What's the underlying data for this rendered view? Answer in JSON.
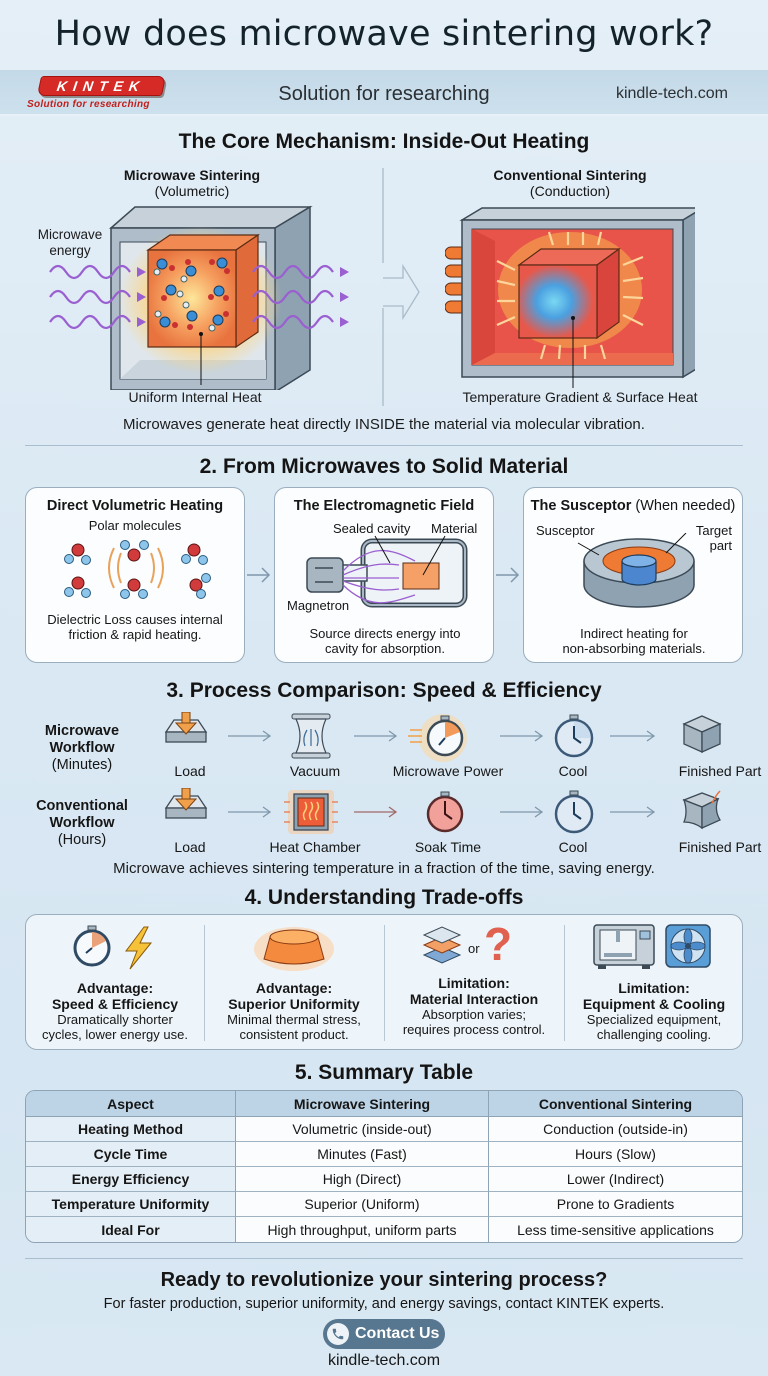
{
  "header": {
    "title": "How does microwave sintering work?",
    "logo_text": "KINTEK",
    "logo_tagline": "Solution for researching",
    "tagline": "Solution for researching",
    "url": "kindle-tech.com"
  },
  "section1": {
    "title": "The Core Mechanism: Inside-Out Heating",
    "left": {
      "title": "Microwave Sintering",
      "subtitle": "(Volumetric)",
      "energy_label_1": "Microwave",
      "energy_label_2": "energy",
      "caption": "Uniform Internal Heat"
    },
    "right": {
      "title": "Conventional Sintering",
      "subtitle": "(Conduction)",
      "caption": "Temperature Gradient & Surface Heat"
    },
    "summary": "Microwaves generate heat directly INSIDE the material via molecular vibration."
  },
  "section2": {
    "title": "2. From Microwaves to Solid Material",
    "cards": [
      {
        "title": "Direct Volumetric Heating",
        "label": "Polar molecules",
        "text_1": "Dielectric Loss causes internal",
        "text_2": "friction & rapid heating."
      },
      {
        "title": "The Electromagnetic Field",
        "label_cavity": "Sealed cavity",
        "label_material": "Material",
        "label_magnetron": "Magnetron",
        "text_1": "Source directs energy into",
        "text_2": "cavity for absorption."
      },
      {
        "title": "The Susceptor",
        "title_suffix": "(When needed)",
        "label_susceptor": "Susceptor",
        "label_target_1": "Target",
        "label_target_2": "part",
        "text_1": "Indirect heating for",
        "text_2": "non-absorbing materials."
      }
    ]
  },
  "section3": {
    "title": "3. Process Comparison: Speed & Efficiency",
    "microwave": {
      "label_1": "Microwave",
      "label_2": "Workflow",
      "label_3": "(Minutes)",
      "steps": [
        "Load",
        "Vacuum",
        "Microwave Power",
        "Cool",
        "Finished Part"
      ]
    },
    "conventional": {
      "label_1": "Conventional",
      "label_2": "Workflow",
      "label_3": "(Hours)",
      "steps": [
        "Load",
        "Heat Chamber",
        "Soak Time",
        "Cool",
        "Finished Part"
      ]
    },
    "summary": "Microwave achieves sintering temperature in a fraction of the time, saving energy."
  },
  "section4": {
    "title": "4. Understanding Trade-offs",
    "items": [
      {
        "head_1": "Advantage:",
        "head_2": "Speed & Efficiency",
        "text_1": "Dramatically shorter",
        "text_2": "cycles, lower energy use."
      },
      {
        "head_1": "Advantage:",
        "head_2": "Superior Uniformity",
        "text_1": "Minimal thermal stress,",
        "text_2": "consistent product."
      },
      {
        "head_1": "Limitation:",
        "head_2": "Material Interaction",
        "text_1": "Absorption varies;",
        "text_2": "requires process control.",
        "or_label": "or"
      },
      {
        "head_1": "Limitation:",
        "head_2": "Equipment & Cooling",
        "text_1": "Specialized equipment,",
        "text_2": "challenging cooling."
      }
    ]
  },
  "section5": {
    "title": "5. Summary Table",
    "columns": [
      "Aspect",
      "Microwave Sintering",
      "Conventional Sintering"
    ],
    "rows": [
      [
        "Heating Method",
        "Volumetric (inside-out)",
        "Conduction (outside-in)"
      ],
      [
        "Cycle Time",
        "Minutes (Fast)",
        "Hours (Slow)"
      ],
      [
        "Energy Efficiency",
        "High (Direct)",
        "Lower (Indirect)"
      ],
      [
        "Temperature Uniformity",
        "Superior (Uniform)",
        "Prone to Gradients"
      ],
      [
        "Ideal For",
        "High throughput, uniform parts",
        "Less time-sensitive applications"
      ]
    ]
  },
  "cta": {
    "heading": "Ready to revolutionize your sintering process?",
    "text": "For faster production, superior uniformity, and energy savings, contact KINTEK experts.",
    "button_label": "Contact Us",
    "url": "kindle-tech.com"
  },
  "colors": {
    "brand_red": "#d62a26",
    "microwave_purple": "#9a5fd0",
    "heat_orange": "#f0823a",
    "steel_blue": "#57768f"
  }
}
